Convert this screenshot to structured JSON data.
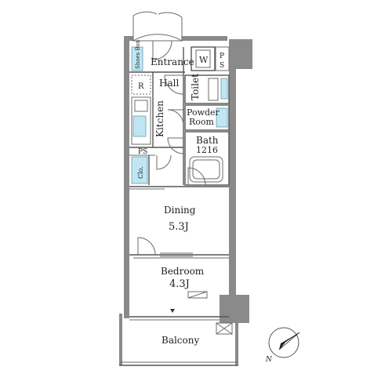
{
  "rooms": {
    "entrance": "Entrance",
    "hall": "Hall",
    "kitchen": "Kitchen",
    "toilet": "Toilet",
    "powder_room_line1": "Powder",
    "powder_room_line2": "Room",
    "bath": "Bath",
    "bath_size": "1216",
    "dining": "Dining",
    "dining_size": "5.3J",
    "bedroom": "Bedroom",
    "bedroom_size": "4.3J",
    "balcony": "Balcony"
  },
  "fixtures": {
    "shoes_box": "Shoes Box",
    "washer": "W",
    "refrigerator": "R",
    "ps_top_p": "P",
    "ps_top_s": "S",
    "ps_kitchen": "PS",
    "closet": "Clo."
  },
  "compass": {
    "north": "N"
  },
  "colors": {
    "wall": "#8a8a8a",
    "storage_blue": "#bfe6f3",
    "line": "#555555"
  }
}
